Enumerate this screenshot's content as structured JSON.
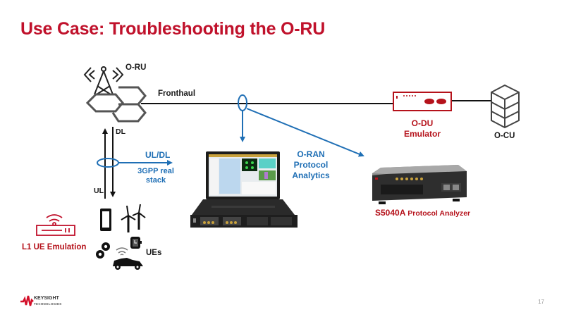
{
  "slide": {
    "title": "Use Case: Troubleshooting the O-RU",
    "page_number": "17"
  },
  "nodes": {
    "oru": {
      "label": "O-RU",
      "icon": "cell-tower-icon"
    },
    "fronthaul": {
      "label": "Fronthaul"
    },
    "odu": {
      "label_line1": "O-DU",
      "label_line2": "Emulator",
      "icon": "odu-emulator-device-icon"
    },
    "ocu": {
      "label": "O-CU",
      "icon": "server-stack-icon"
    },
    "oran_analytics": {
      "label_line1": "O-RAN",
      "label_line2": "Protocol",
      "label_line3": "Analytics"
    },
    "s5040a": {
      "model": "S5040A",
      "label": "Protocol Analyzer"
    },
    "air_link": {
      "dl": "DL",
      "ul": "UL",
      "tap_label": "UL/DL",
      "stack_line1": "3GPP real",
      "stack_line2": "stack"
    },
    "l1_ue": {
      "label": "L1 UE Emulation"
    },
    "ues": {
      "label": "UEs"
    }
  },
  "branding": {
    "company": "KEYSIGHT",
    "tagline": "TECHNOLOGIES"
  },
  "colors": {
    "title_red": "#c0112b",
    "device_red": "#b5121b",
    "analytics_blue": "#1f6fb5",
    "line_black": "#111111",
    "icon_gray": "#555555"
  }
}
